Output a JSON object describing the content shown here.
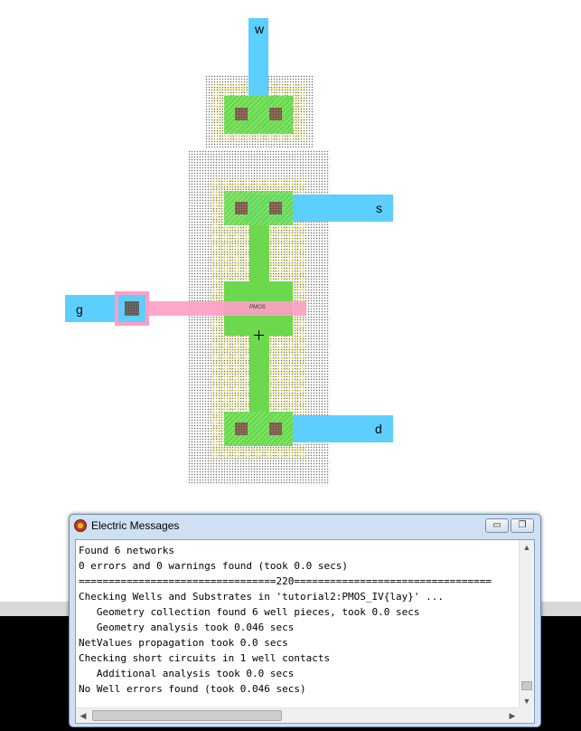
{
  "layout": {
    "labels": {
      "w": "w",
      "s": "s",
      "g": "g",
      "d": "d"
    },
    "transistor_label": "PMOS"
  },
  "messages_window": {
    "title": "Electric Messages",
    "minimize_glyph": "▭",
    "restore_glyph": "❐",
    "lines": [
      "Found 6 networks",
      "0 errors and 0 warnings found (took 0.0 secs)",
      "=================================220=================================",
      "Checking Wells and Substrates in 'tutorial2:PMOS_IV{lay}' ...",
      "   Geometry collection found 6 well pieces, took 0.0 secs",
      "   Geometry analysis took 0.046 secs",
      "NetValues propagation took 0.0 secs",
      "Checking short circuits in 1 well contacts",
      "   Additional analysis took 0.0 secs",
      "No Well errors found (took 0.046 secs)"
    ],
    "scroll_up": "▲",
    "scroll_down": "▼",
    "scroll_left": "◀",
    "scroll_right": "▶"
  }
}
